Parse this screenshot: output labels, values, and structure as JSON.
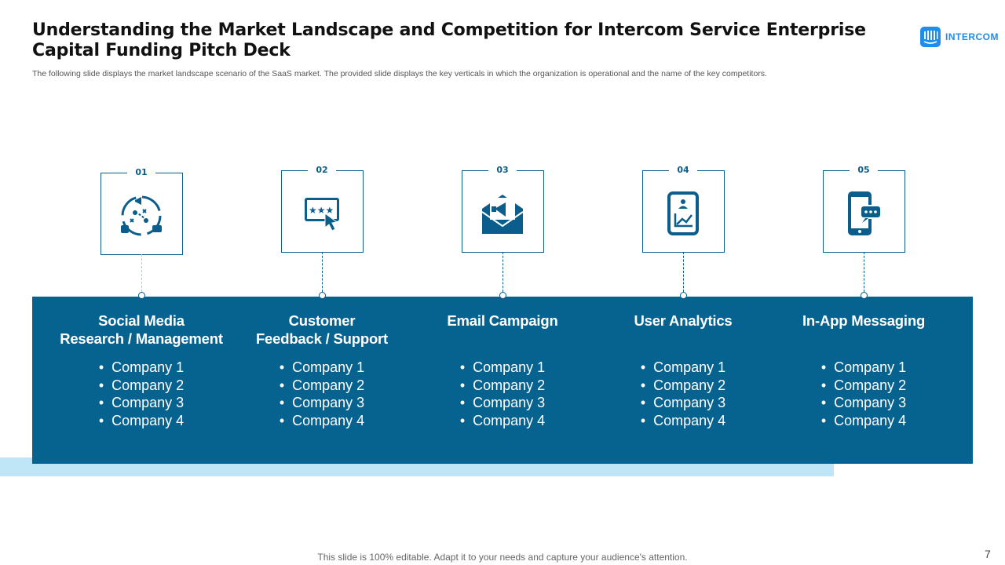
{
  "header": {
    "title": "Understanding the Market Landscape and Competition for Intercom Service Enterprise Capital Funding Pitch Deck",
    "subtitle": "The following slide displays the market landscape scenario of the SaaS market. The provided slide displays the key verticals in which the organization is operational and the name of the key competitors."
  },
  "logo": {
    "text": "INTERCOM",
    "color": "#1f8ded"
  },
  "colors": {
    "band": "#06628f",
    "accent_strip": "#bfe6f7",
    "card_border": "#0b5e8c"
  },
  "verticals": [
    {
      "number": "01",
      "icon": "social-media-strategy-icon",
      "title_line1": "Social Media",
      "title_line2": "Research / Management",
      "companies": [
        "Company 1",
        "Company 2",
        "Company 3",
        "Company 4"
      ]
    },
    {
      "number": "02",
      "icon": "customer-rating-feedback-icon",
      "title_line1": "Customer",
      "title_line2": "Feedback / Support",
      "companies": [
        "Company 1",
        "Company 2",
        "Company 3",
        "Company 4"
      ]
    },
    {
      "number": "03",
      "icon": "email-megaphone-icon",
      "title_line1": "Email Campaign",
      "title_line2": "",
      "companies": [
        "Company 1",
        "Company 2",
        "Company 3",
        "Company 4"
      ]
    },
    {
      "number": "04",
      "icon": "user-analytics-icon",
      "title_line1": "User Analytics",
      "title_line2": "",
      "companies": [
        "Company 1",
        "Company 2",
        "Company 3",
        "Company 4"
      ]
    },
    {
      "number": "05",
      "icon": "mobile-chat-icon",
      "title_line1": "In-App Messaging",
      "title_line2": "",
      "companies": [
        "Company 1",
        "Company 2",
        "Company 3",
        "Company 4"
      ]
    }
  ],
  "footer": {
    "note": "This slide is 100% editable. Adapt it to your needs and capture your audience's attention.",
    "page_number": "7"
  }
}
